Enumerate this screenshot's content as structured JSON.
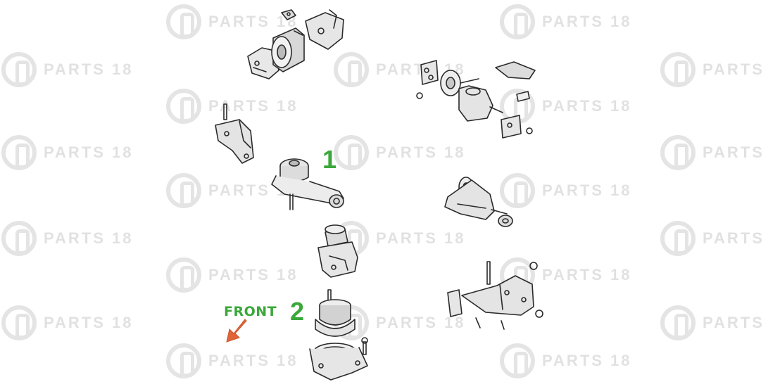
{
  "watermark": {
    "text_full": "PARTS 18",
    "text_cut": "PARTS"
  },
  "labels": {
    "part1": "1",
    "part2": "2",
    "front": "FRONT"
  },
  "colors": {
    "label_green": "#3aa83a",
    "arrow_orange": "#e0663a",
    "line": "#2a2a2a",
    "shade": "#c8c8c8"
  },
  "icons": {
    "logo": "parts18-logo-icon",
    "arrow": "front-arrow-icon"
  }
}
